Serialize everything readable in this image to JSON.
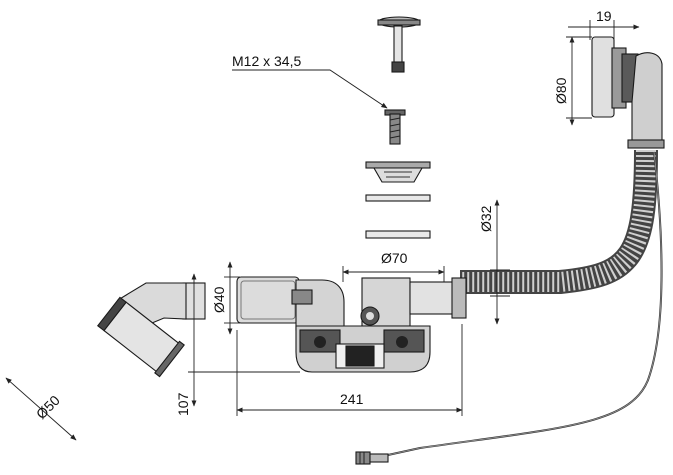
{
  "diagram": {
    "labels": {
      "thread": "M12 x 34,5",
      "overflow_depth": "19",
      "overflow_dia": "Ø80",
      "stand_dia": "Ø32",
      "plug_dia": "Ø70",
      "outlet_dia": "Ø40",
      "drain_dia": "Ø50",
      "height": "107",
      "length": "241"
    },
    "colors": {
      "line": "#1a1a1a",
      "body_fill": "#d9d9d9",
      "dark_fill": "#3a3a3a",
      "hose_fill": "#bfbfbf"
    }
  }
}
